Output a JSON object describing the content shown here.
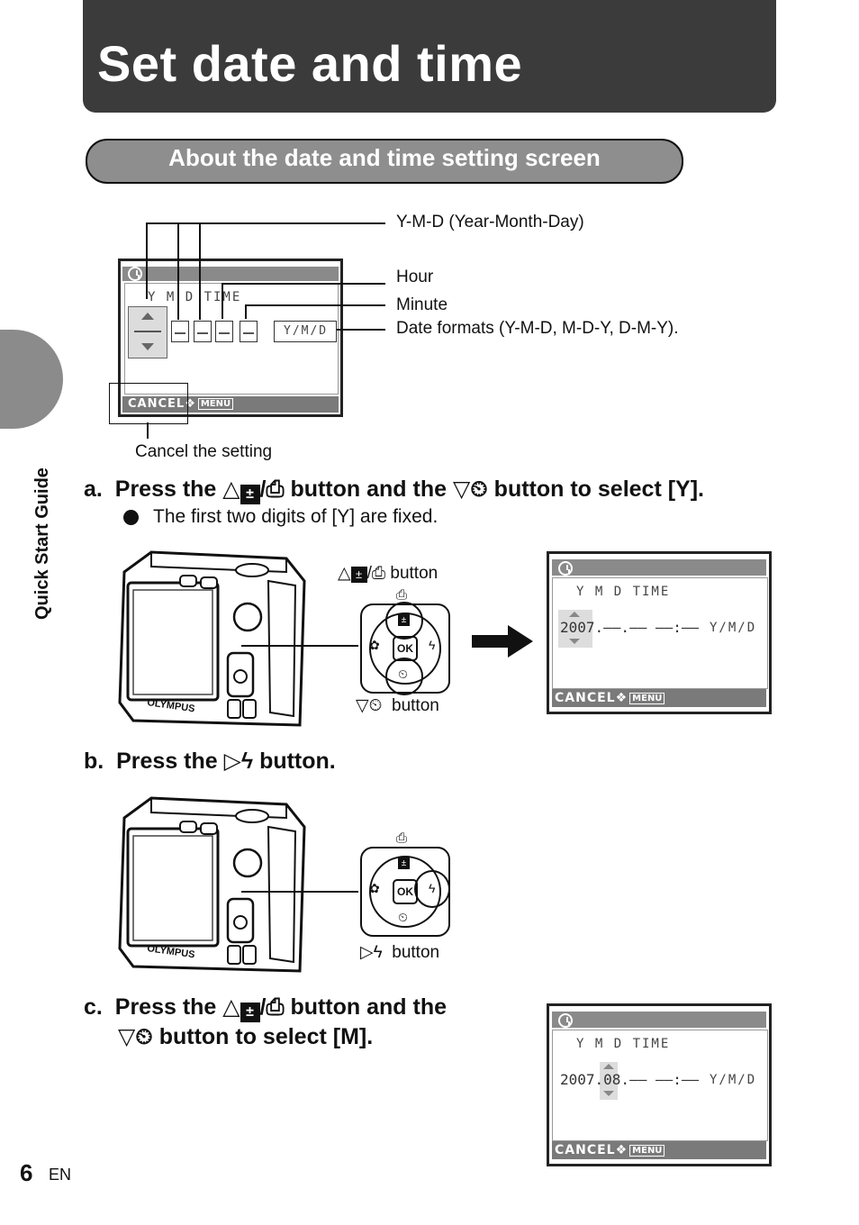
{
  "title": "Set date and time",
  "section_heading": "About the date and time setting screen",
  "side_tab": "Quick Start Guide",
  "diagram": {
    "screen_header": "Y   M   D  TIME",
    "format": "Y/M/D",
    "cancel": "CANCEL",
    "menu": "MENU",
    "labels": {
      "ymd": "Y-M-D (Year-Month-Day)",
      "hour": "Hour",
      "minute": "Minute",
      "formats": "Date formats (Y-M-D, M-D-Y, D-M-Y).",
      "cancel": "Cancel the setting"
    }
  },
  "step_a": {
    "letter": "a.",
    "text_pre": "Press the",
    "text_mid": "button and the",
    "text_post": "button to select [Y].",
    "note": "The first two digits of [Y] are fixed.",
    "btn_up_label": "button",
    "btn_down_label": "button",
    "screen_header": "Y   M   D  TIME",
    "screen_value": "2007.––.––  ––:––",
    "format": "Y/M/D",
    "cancel": "CANCEL",
    "menu": "MENU"
  },
  "step_b": {
    "letter": "b.",
    "text_pre": "Press the",
    "text_post": "button.",
    "btn_label": "button"
  },
  "step_c": {
    "letter": "c.",
    "line1_pre": "Press the",
    "line1_post": "button and the",
    "line2_post": "button to select [M].",
    "screen_header": "Y   M   D  TIME",
    "screen_value": "2007.08.––  ––:––",
    "format": "Y/M/D",
    "cancel": "CANCEL",
    "menu": "MENU"
  },
  "footer": {
    "page": "6",
    "lang": "EN"
  },
  "brand": "OLYMPUS",
  "ok": "OK"
}
